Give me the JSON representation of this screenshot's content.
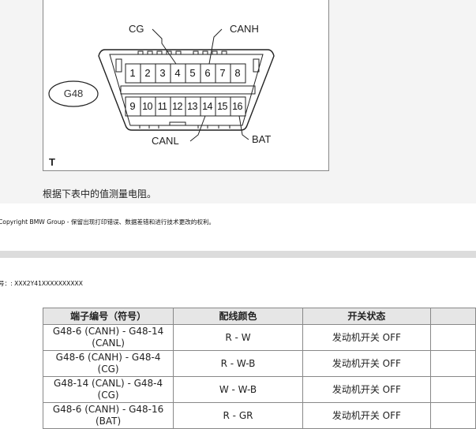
{
  "figure": {
    "labels": {
      "cg": "CG",
      "canh": "CANH",
      "canl": "CANL",
      "bat": "BAT",
      "connector": "G48",
      "corner": "T"
    },
    "pins_top": [
      "1",
      "2",
      "3",
      "4",
      "5",
      "6",
      "7",
      "8"
    ],
    "pins_bottom": [
      "9",
      "10",
      "11",
      "12",
      "13",
      "14",
      "15",
      "16"
    ]
  },
  "instruction": "根据下表中的值测量电阻。",
  "copyright": {
    "brand": "Copyright BMW Group -",
    "notice": "保留出现打印错误、数据差错和进行技术更改的权利。"
  },
  "doc_id": "号：: XXX2Y41XXXXXXXXXX",
  "table": {
    "headers": [
      "端子编号（符号）",
      "配线颜色",
      "开关状态",
      ""
    ],
    "rows": [
      {
        "terminal": "G48-6 (CANH) - G48-14 (CANL)",
        "wire": "R - W",
        "state": "发动机开关 OFF",
        "extra": ""
      },
      {
        "terminal": "G48-6 (CANH) - G48-4 (CG)",
        "wire": "R - W-B",
        "state": "发动机开关 OFF",
        "extra": ""
      },
      {
        "terminal": "G48-14 (CANL) - G48-4 (CG)",
        "wire": "W - W-B",
        "state": "发动机开关 OFF",
        "extra": ""
      },
      {
        "terminal": "G48-6 (CANH) - G48-16 (BAT)",
        "wire": "R - GR",
        "state": "发动机开关 OFF",
        "extra": ""
      }
    ]
  }
}
